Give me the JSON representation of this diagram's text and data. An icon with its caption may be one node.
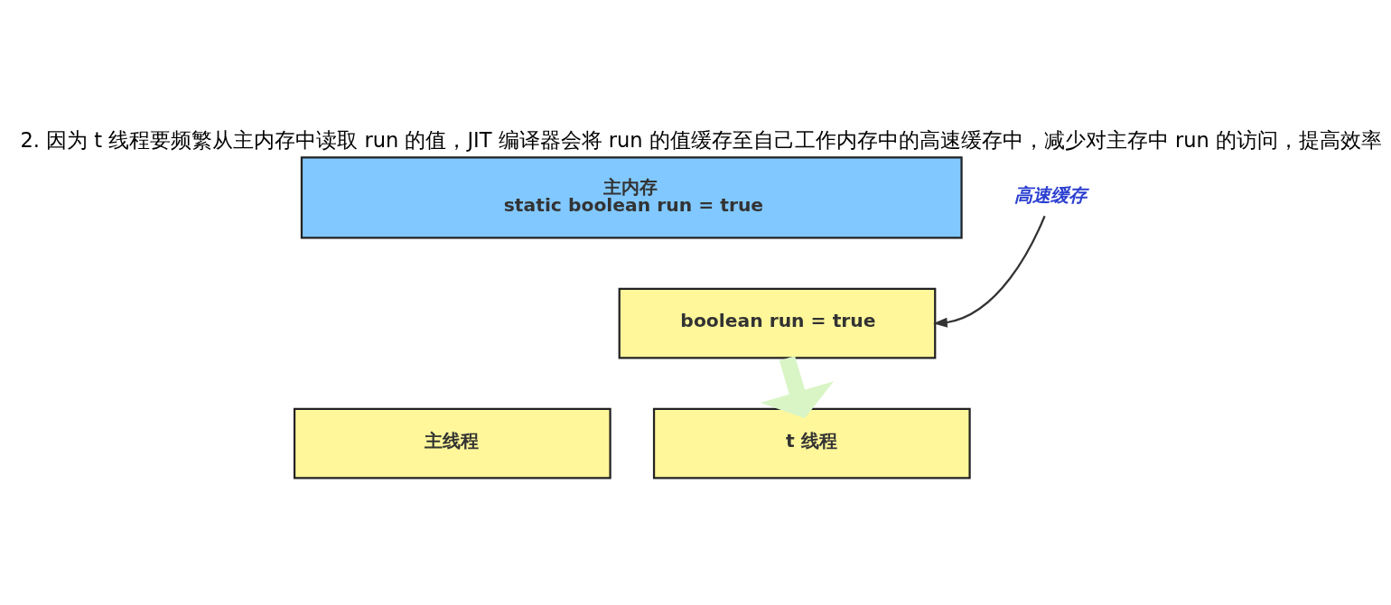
{
  "diagram": {
    "title": "2. 因为 t 线程要频繁从主内存中读取 run 的值，JIT 编译器会将 run 的值缓存至自己工作内存中的高速缓存中，减少对主存中 run 的访问，提高效率",
    "nodes": [
      {
        "text": [
          "主内存",
          "static boolean run = true"
        ]
      },
      {
        "text": [
          "boolean run = true"
        ]
      },
      {
        "text": [
          "主线程"
        ]
      },
      {
        "text": [
          "t 线程"
        ]
      },
      {
        "text": [
          "高速缓存"
        ]
      }
    ],
    "edges": [
      {
        "from": 4,
        "to": 1,
        "arrow": "to"
      },
      {
        "from": 1,
        "to": 3,
        "arrow": "to",
        "style": "thick",
        "color": "#d9f5c6"
      }
    ]
  }
}
